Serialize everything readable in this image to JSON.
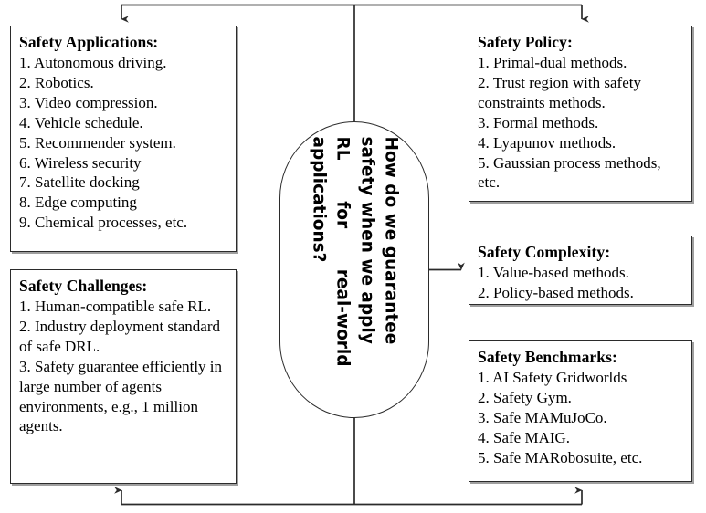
{
  "diagram": {
    "title_node": {
      "name": "central-question",
      "lines": [
        "How do we guarantee",
        "safety when we apply",
        "RL",
        "for",
        "real-world",
        "applications?"
      ],
      "full_text": "How do we guarantee safety when we apply RL for real-world applications?",
      "shape": "rounded-stadium",
      "text_orientation": "rotated-90-clockwise",
      "border_color": "#2b2b2b",
      "fill_color": "#ffffff"
    },
    "boxes": [
      {
        "id": "applications",
        "title": "Safety Applications:",
        "items": [
          "1. Autonomous driving.",
          "2. Robotics.",
          "3. Video compression.",
          "4. Vehicle schedule.",
          "5. Recommender system.",
          "6. Wireless security",
          "7. Satellite docking",
          "8. Edge computing",
          "9. Chemical processes, etc."
        ]
      },
      {
        "id": "challenges",
        "title": "Safety Challenges:",
        "items": [
          "1. Human-compatible safe RL.",
          "2. Industry deployment standard of safe DRL.",
          "3. Safety guarantee efficiently in large number of agents environments, e.g., 1 million agents."
        ]
      },
      {
        "id": "policy",
        "title": "Safety Policy:",
        "items": [
          "1. Primal-dual methods.",
          "2. Trust region with safety constraints methods.",
          "3. Formal methods.",
          "4. Lyapunov methods.",
          "5. Gaussian process methods, etc."
        ]
      },
      {
        "id": "complexity",
        "title": "Safety Complexity:",
        "items": [
          "1. Value-based methods.",
          "2. Policy-based methods."
        ]
      },
      {
        "id": "benchmarks",
        "title": "Safety Benchmarks:",
        "items": [
          "1. AI Safety Gridworlds",
          "2. Safety Gym.",
          "3. Safe MAMuJoCo.",
          "4. Safe MAIG.",
          "5. Safe MARobosuite, etc."
        ]
      }
    ],
    "connectors": [
      {
        "name": "top-bus",
        "from": "central-question",
        "to": [
          "applications",
          "policy"
        ],
        "arrow": "down"
      },
      {
        "name": "right-arrow",
        "from": "central-question",
        "to": [
          "complexity"
        ],
        "arrow": "right"
      },
      {
        "name": "bottom-bus",
        "from": "central-question",
        "to": [
          "challenges",
          "benchmarks"
        ],
        "arrow": "up"
      }
    ],
    "line_color": "#2b2b2b"
  }
}
